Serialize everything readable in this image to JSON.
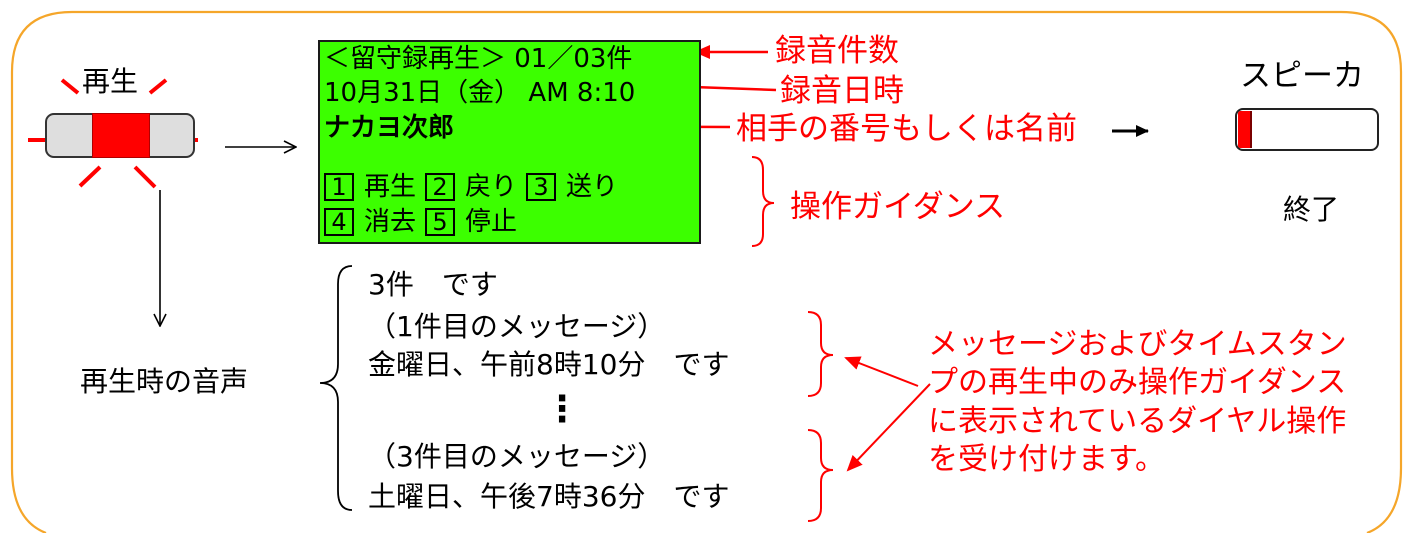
{
  "colors": {
    "frame": "#f5a62a",
    "lcd": "#3cff00",
    "accent": "#ff0000",
    "ink": "#000000"
  },
  "play_button": {
    "label": "再生"
  },
  "voice_label": "再生時の音声",
  "lcd": {
    "line1": "＜留守録再生＞ 01／03件",
    "line2": "10月31日（金） AM 8:10",
    "line3": "ナカヨ次郎",
    "guidance": [
      [
        {
          "key": "1",
          "label": "再生"
        },
        {
          "key": "2",
          "label": "戻り"
        },
        {
          "key": "3",
          "label": "送り"
        }
      ],
      [
        {
          "key": "4",
          "label": "消去"
        },
        {
          "key": "5",
          "label": "停止"
        }
      ]
    ]
  },
  "annotations": {
    "count": "録音件数",
    "datetime": "録音日時",
    "caller": "相手の番号もしくは名前",
    "guidance": "操作ガイダンス",
    "note_lines": [
      "メッセージおよびタイムスタン",
      "プの再生中のみ操作ガイダンス",
      "に表示されているダイヤル操作",
      "を受け付けます。"
    ]
  },
  "speaker": {
    "label": "スピーカ",
    "status": "終了"
  },
  "announcement": {
    "lines": [
      "3件　です",
      "（1件目のメッセージ）",
      "金曜日、午前8時10分　です",
      "⋮",
      "（3件目のメッセージ）",
      "土曜日、午後7時36分　です"
    ]
  }
}
